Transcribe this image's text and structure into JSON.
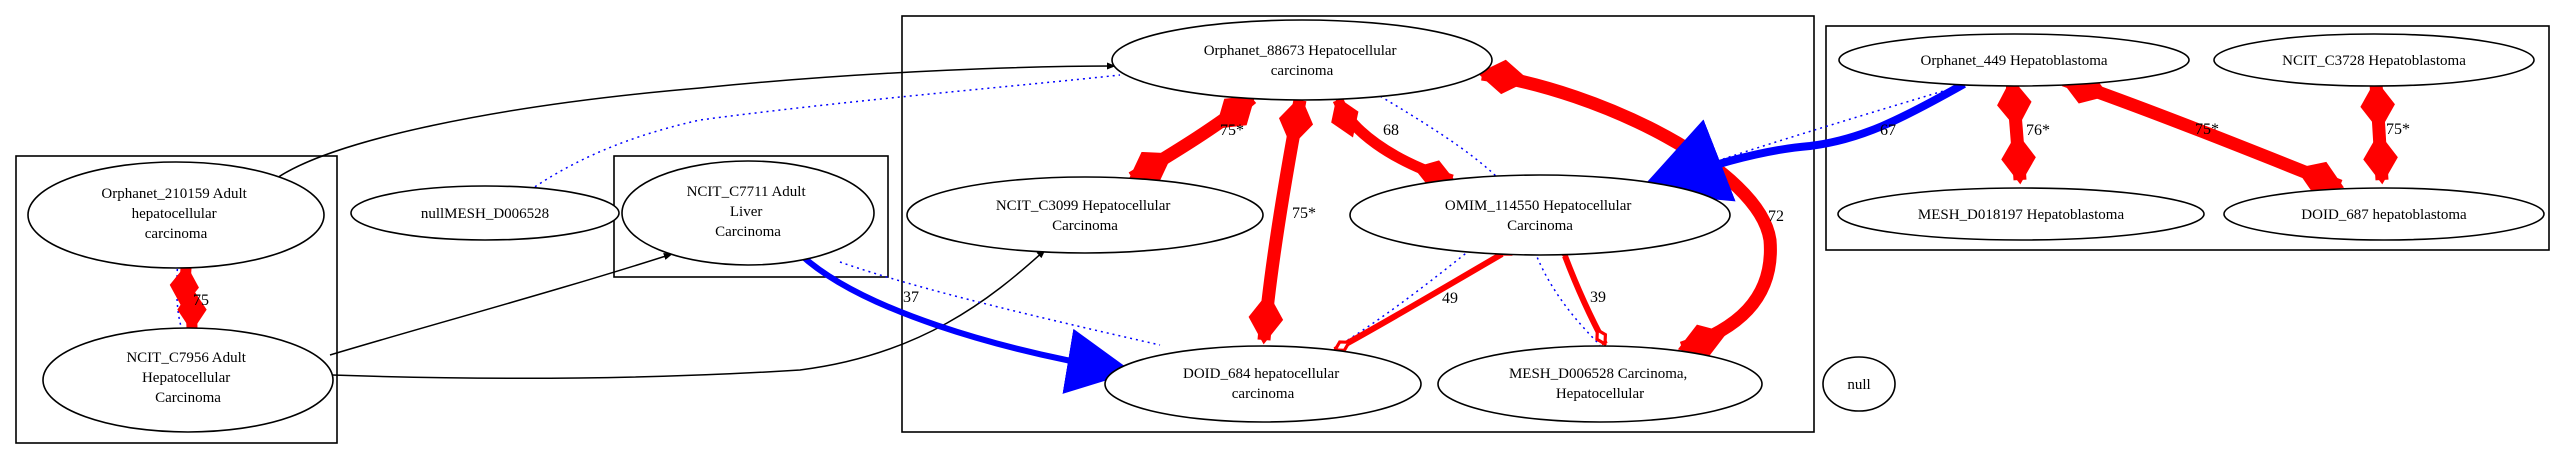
{
  "colors": {
    "red_edge": "#ff0000",
    "blue_edge": "#0000ff",
    "dotted_edge": "#0000ff",
    "black": "#000000"
  },
  "nodes": {
    "orphanet_210159": [
      "Orphanet_210159 Adult",
      "hepatocellular",
      "carcinoma"
    ],
    "ncit_c7956": [
      "NCIT_C7956 Adult",
      "Hepatocellular",
      "Carcinoma"
    ],
    "nullmesh_d006528": [
      "nullMESH_D006528"
    ],
    "ncit_c7711": [
      "NCIT_C7711 Adult",
      "Liver",
      "Carcinoma"
    ],
    "orphanet_88673": [
      "Orphanet_88673 Hepatocellular",
      "carcinoma"
    ],
    "ncit_c3099": [
      "NCIT_C3099 Hepatocellular",
      "Carcinoma"
    ],
    "omim_114550": [
      "OMIM_114550 Hepatocellular",
      "Carcinoma"
    ],
    "doid_684": [
      "DOID_684 hepatocellular",
      "carcinoma"
    ],
    "mesh_d006528": [
      "MESH_D006528 Carcinoma,",
      "Hepatocellular"
    ],
    "null_node": [
      "null"
    ],
    "orphanet_449": [
      "Orphanet_449 Hepatoblastoma"
    ],
    "ncit_c3728": [
      "NCIT_C3728 Hepatoblastoma"
    ],
    "mesh_d018197": [
      "MESH_D018197 Hepatoblastoma"
    ],
    "doid_687": [
      "DOID_687 hepatoblastoma"
    ]
  },
  "edge_labels": {
    "orphanet_210159__ncit_c7956": "75",
    "orphanet_88673__ncit_c3099": "75*",
    "orphanet_88673__doid_684": "75*",
    "orphanet_88673__omim_114550": "68",
    "orphanet_88673__mesh_d006528": "72",
    "ncit_c7711__doid_684": "37",
    "omim_114550__doid_684": "49",
    "omim_114550__mesh_d006528": "39",
    "orphanet_449__omim_114550": "67",
    "orphanet_449__mesh_d018197": "76*",
    "orphanet_449__doid_687": "75*",
    "ncit_c3728__doid_687": "75*"
  }
}
